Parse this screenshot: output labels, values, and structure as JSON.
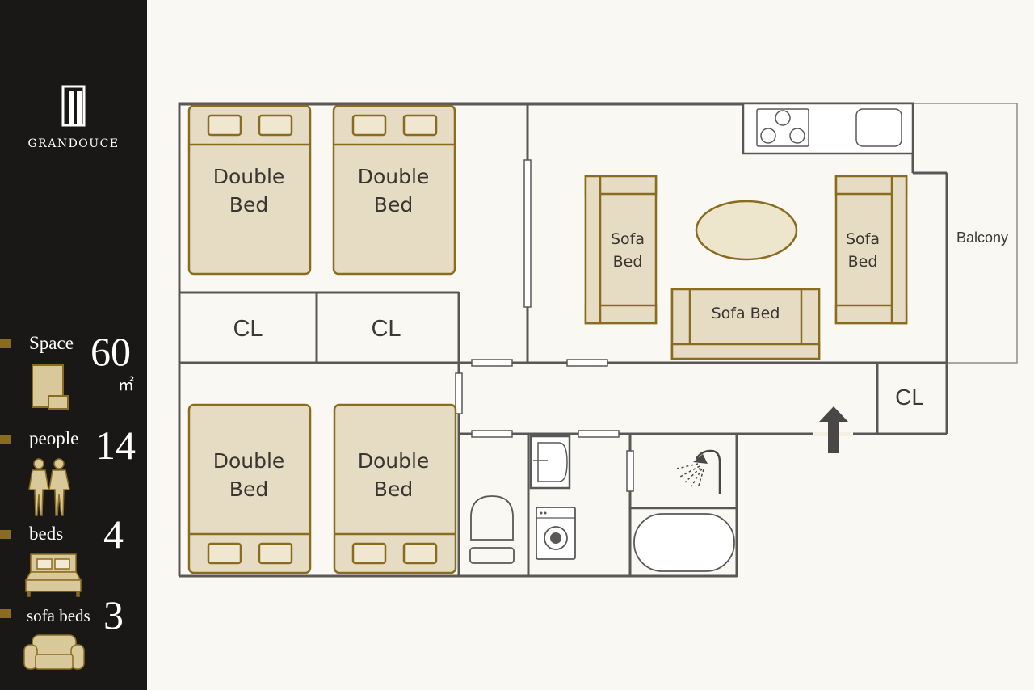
{
  "brand": {
    "name": "GRANDOUCE"
  },
  "stats": [
    {
      "label": "Space",
      "value": "60",
      "unit": "㎡",
      "icon": "floor-plan-icon"
    },
    {
      "label": "people",
      "value": "14",
      "icon": "people-icon"
    },
    {
      "label": "beds",
      "value": "4",
      "icon": "bed-icon"
    },
    {
      "label": "sofa beds",
      "value": "3",
      "icon": "sofa-icon"
    }
  ],
  "floorplan": {
    "bed_label_line1": "Double",
    "bed_label_line2": "Bed",
    "closet_label": "CL",
    "sofa_label_line1": "Sofa",
    "sofa_label_line2": "Bed",
    "sofa_bed_label": "Sofa Bed",
    "balcony_label": "Balcony"
  },
  "colors": {
    "sidebar_bg": "#191817",
    "accent_gold": "#8a6c20",
    "furniture_fill": "#e6dcc4",
    "furniture_stroke": "#8a6c20",
    "wall": "#5a5857",
    "background": "#f9f8f3"
  }
}
